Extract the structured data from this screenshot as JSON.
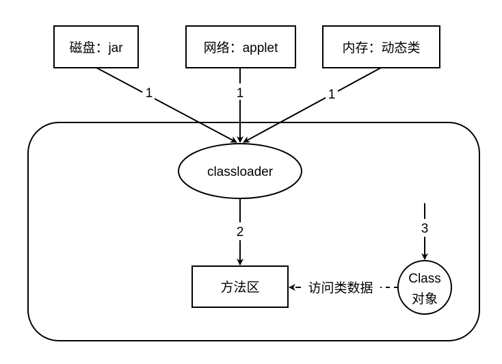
{
  "diagram": {
    "sources": [
      {
        "label": "磁盘：jar"
      },
      {
        "label": "网络：applet"
      },
      {
        "label": "内存：动态类"
      }
    ],
    "container": {
      "label": ""
    },
    "classloader": {
      "label": "classloader"
    },
    "method_area": {
      "label": "方法区"
    },
    "class_object": {
      "line1": "Class",
      "line2": "对象"
    },
    "edges": {
      "source_to_loader": [
        "1",
        "1",
        "1"
      ],
      "loader_to_method_area": "2",
      "into_class_object": "3",
      "class_object_to_method_area": "访问类数据"
    },
    "colors": {
      "stroke": "#000000",
      "background": "#ffffff"
    }
  }
}
